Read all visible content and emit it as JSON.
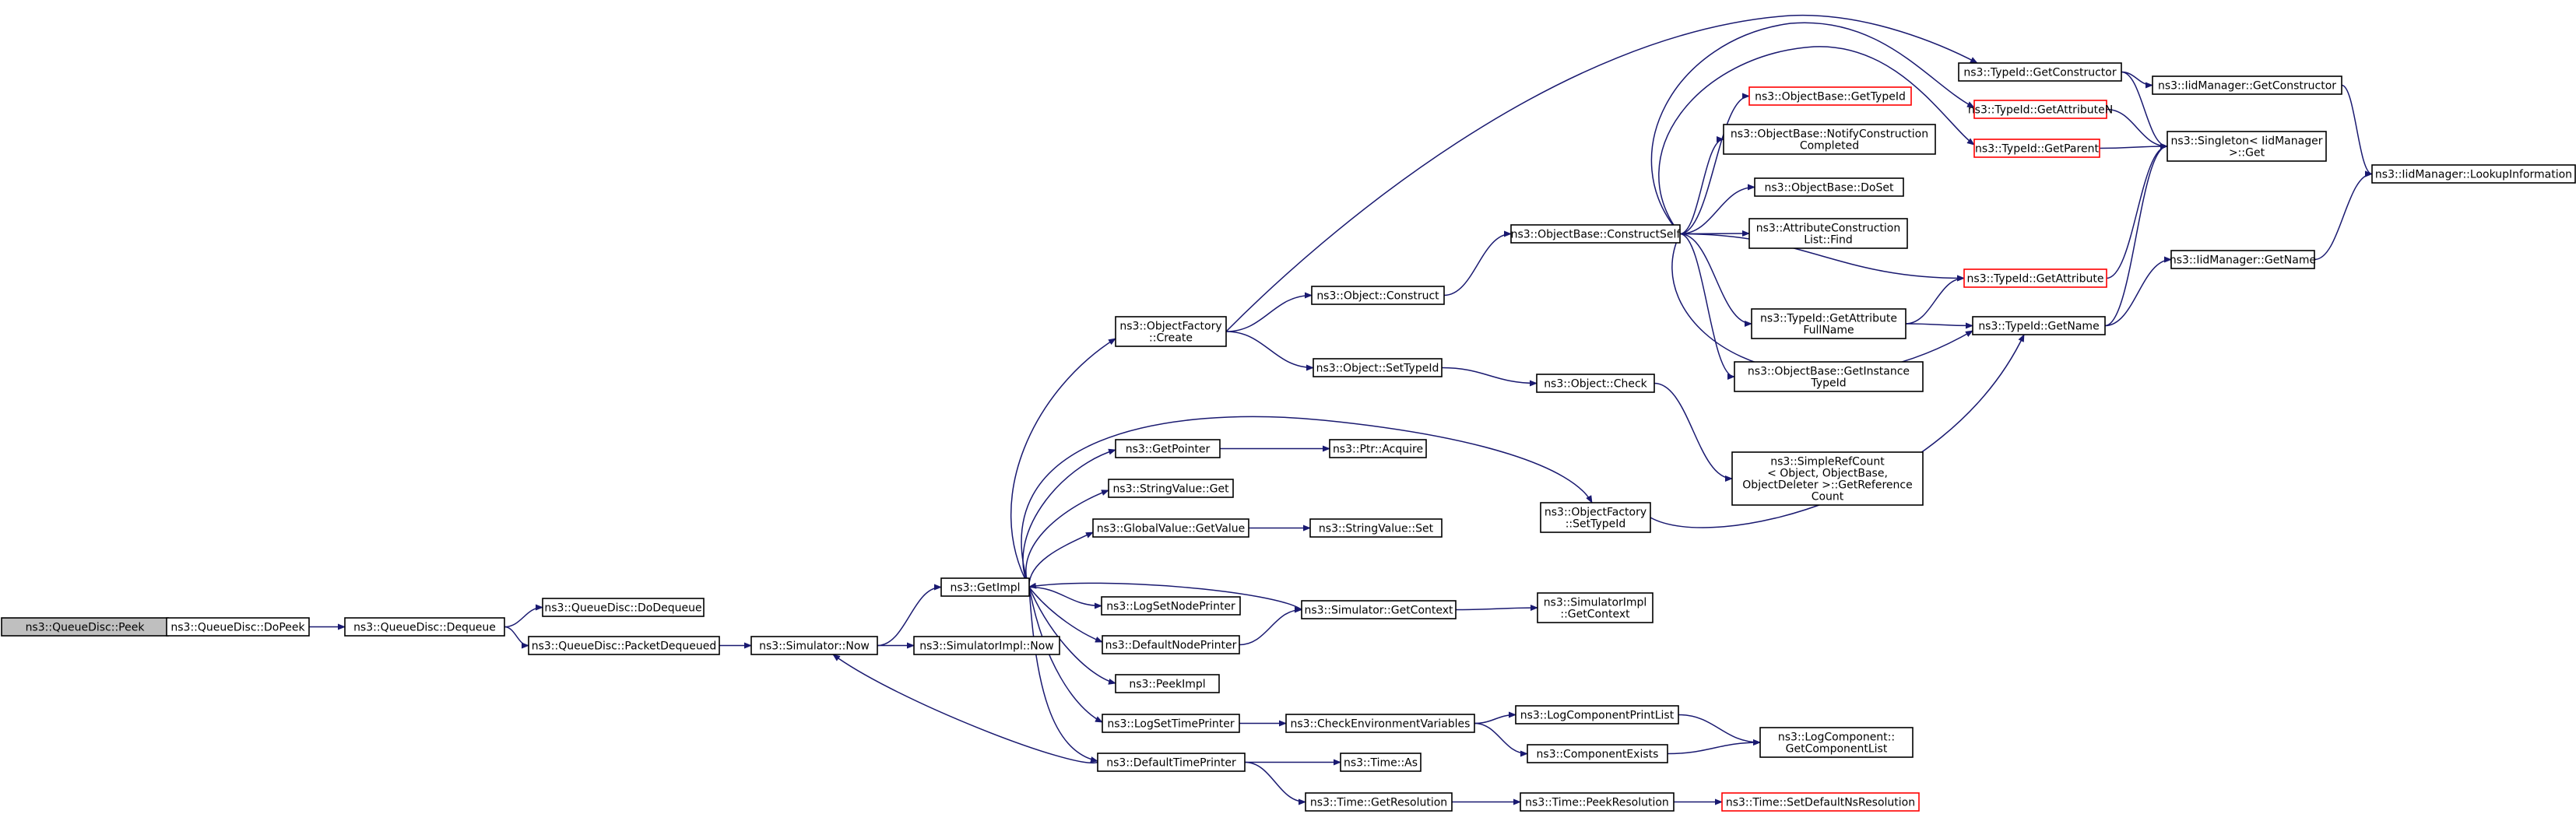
{
  "colors": {
    "edge": "#191970",
    "border": "#000000",
    "border_red": "#ff0000",
    "root_fill": "#bfbfbf"
  },
  "nodes": {
    "peek": {
      "label": [
        "ns3::QueueDisc::Peek"
      ]
    },
    "dopeek": {
      "label": [
        "ns3::QueueDisc::DoPeek"
      ]
    },
    "dequeue": {
      "label": [
        "ns3::QueueDisc::Dequeue"
      ]
    },
    "dodequeue": {
      "label": [
        "ns3::QueueDisc::DoDequeue"
      ]
    },
    "packetdequeued": {
      "label": [
        "ns3::QueueDisc::PacketDequeued"
      ]
    },
    "simnow": {
      "label": [
        "ns3::Simulator::Now"
      ]
    },
    "simimplnow": {
      "label": [
        "ns3::SimulatorImpl::Now"
      ]
    },
    "getimpl": {
      "label": [
        "ns3::GetImpl"
      ]
    },
    "ofcreate": {
      "label": [
        "ns3::ObjectFactory",
        "::Create"
      ]
    },
    "getpointer": {
      "label": [
        "ns3::GetPointer"
      ]
    },
    "stringget": {
      "label": [
        "ns3::StringValue::Get"
      ]
    },
    "globalget": {
      "label": [
        "ns3::GlobalValue::GetValue"
      ]
    },
    "logsetnode": {
      "label": [
        "ns3::LogSetNodePrinter"
      ]
    },
    "defaultnode": {
      "label": [
        "ns3::DefaultNodePrinter"
      ]
    },
    "peekimpl": {
      "label": [
        "ns3::PeekImpl"
      ]
    },
    "logsettime": {
      "label": [
        "ns3::LogSetTimePrinter"
      ]
    },
    "defaulttime": {
      "label": [
        "ns3::DefaultTimePrinter"
      ]
    },
    "objconstruct": {
      "label": [
        "ns3::Object::Construct"
      ]
    },
    "objsettypeid": {
      "label": [
        "ns3::Object::SetTypeId"
      ]
    },
    "ptracquire": {
      "label": [
        "ns3::Ptr::Acquire"
      ]
    },
    "stringset": {
      "label": [
        "ns3::StringValue::Set"
      ]
    },
    "simgetcontext": {
      "label": [
        "ns3::Simulator::GetContext"
      ]
    },
    "checkenv": {
      "label": [
        "ns3::CheckEnvironmentVariables"
      ]
    },
    "timeas": {
      "label": [
        "ns3::Time::As"
      ]
    },
    "timegetres": {
      "label": [
        "ns3::Time::GetResolution"
      ]
    },
    "constructself": {
      "label": [
        "ns3::ObjectBase::ConstructSelf"
      ]
    },
    "objcheck": {
      "label": [
        "ns3::Object::Check"
      ]
    },
    "ofsettypeid": {
      "label": [
        "ns3::ObjectFactory",
        "::SetTypeId"
      ]
    },
    "simimplctx": {
      "label": [
        "ns3::SimulatorImpl",
        "::GetContext"
      ]
    },
    "logprintlist": {
      "label": [
        "ns3::LogComponentPrintList"
      ]
    },
    "compexists": {
      "label": [
        "ns3::ComponentExists"
      ]
    },
    "peekres": {
      "label": [
        "ns3::Time::PeekResolution"
      ]
    },
    "setdefres": {
      "label": [
        "ns3::Time::SetDefaultNsResolution"
      ]
    },
    "obgettypeid": {
      "label": [
        "ns3::ObjectBase::GetTypeId"
      ]
    },
    "notifycc": {
      "label": [
        "ns3::ObjectBase::NotifyConstruction",
        "Completed"
      ]
    },
    "doset": {
      "label": [
        "ns3::ObjectBase::DoSet"
      ]
    },
    "acfind": {
      "label": [
        "ns3::AttributeConstruction",
        "List::Find"
      ]
    },
    "tidgetattrfull": {
      "label": [
        "ns3::TypeId::GetAttribute",
        "FullName"
      ]
    },
    "obgetinstance": {
      "label": [
        "ns3::ObjectBase::GetInstance",
        "TypeId"
      ]
    },
    "simplerefcount": {
      "label": [
        "ns3::SimpleRefCount",
        "< Object, ObjectBase,",
        "ObjectDeleter >::GetReference",
        "Count"
      ]
    },
    "getcomplist": {
      "label": [
        "ns3::LogComponent::",
        "GetComponentList"
      ]
    },
    "tidgetctor": {
      "label": [
        "ns3::TypeId::GetConstructor"
      ]
    },
    "tidgetattrn": {
      "label": [
        "ns3::TypeId::GetAttributeN"
      ]
    },
    "tidgetparent": {
      "label": [
        "ns3::TypeId::GetParent"
      ]
    },
    "tidgetattr": {
      "label": [
        "ns3::TypeId::GetAttribute"
      ]
    },
    "tidgetname": {
      "label": [
        "ns3::TypeId::GetName"
      ]
    },
    "iidgetctor": {
      "label": [
        "ns3::IidManager::GetConstructor"
      ]
    },
    "singleton": {
      "label": [
        "ns3::Singleton< IidManager",
        " >::Get"
      ]
    },
    "iidgetname": {
      "label": [
        "ns3::IidManager::GetName"
      ]
    },
    "iidlookup": {
      "label": [
        "ns3::IidManager::LookupInformation"
      ]
    }
  }
}
